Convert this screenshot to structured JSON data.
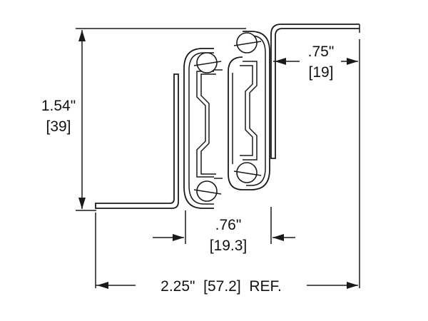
{
  "dimensions": {
    "height": {
      "inch": "1.54\"",
      "mm": "[39]"
    },
    "flange": {
      "inch": ".75\"",
      "mm": "[19]"
    },
    "body_width": {
      "inch": ".76\"",
      "mm": "[19.3]"
    },
    "overall": "2.25\"  [57.2]  REF."
  },
  "colors": {
    "line": "#1a1a1a",
    "background": "#ffffff"
  }
}
